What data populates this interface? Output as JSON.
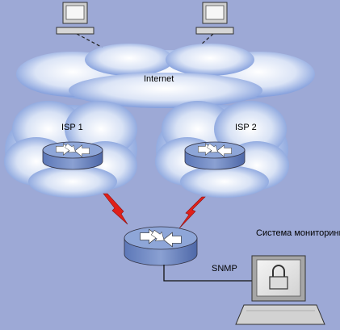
{
  "internet_label": "Internet",
  "isp1_label": "ISP 1",
  "isp2_label": "ISP 2",
  "monitoring_label": "Система мониторинга",
  "snmp_label": "SNMP",
  "colors": {
    "background": "#9da9d6",
    "cloud_light": "#ffffff",
    "cloud_dark": "#6e8ed6",
    "router_face": "#8ea6d8",
    "router_side": "#5d78b8",
    "lightning": "#e0201a",
    "monitor_gray": "#9a9a9a"
  },
  "icons": [
    "computer-icon",
    "router-icon",
    "lightning-bolt-icon",
    "lock-icon"
  ]
}
